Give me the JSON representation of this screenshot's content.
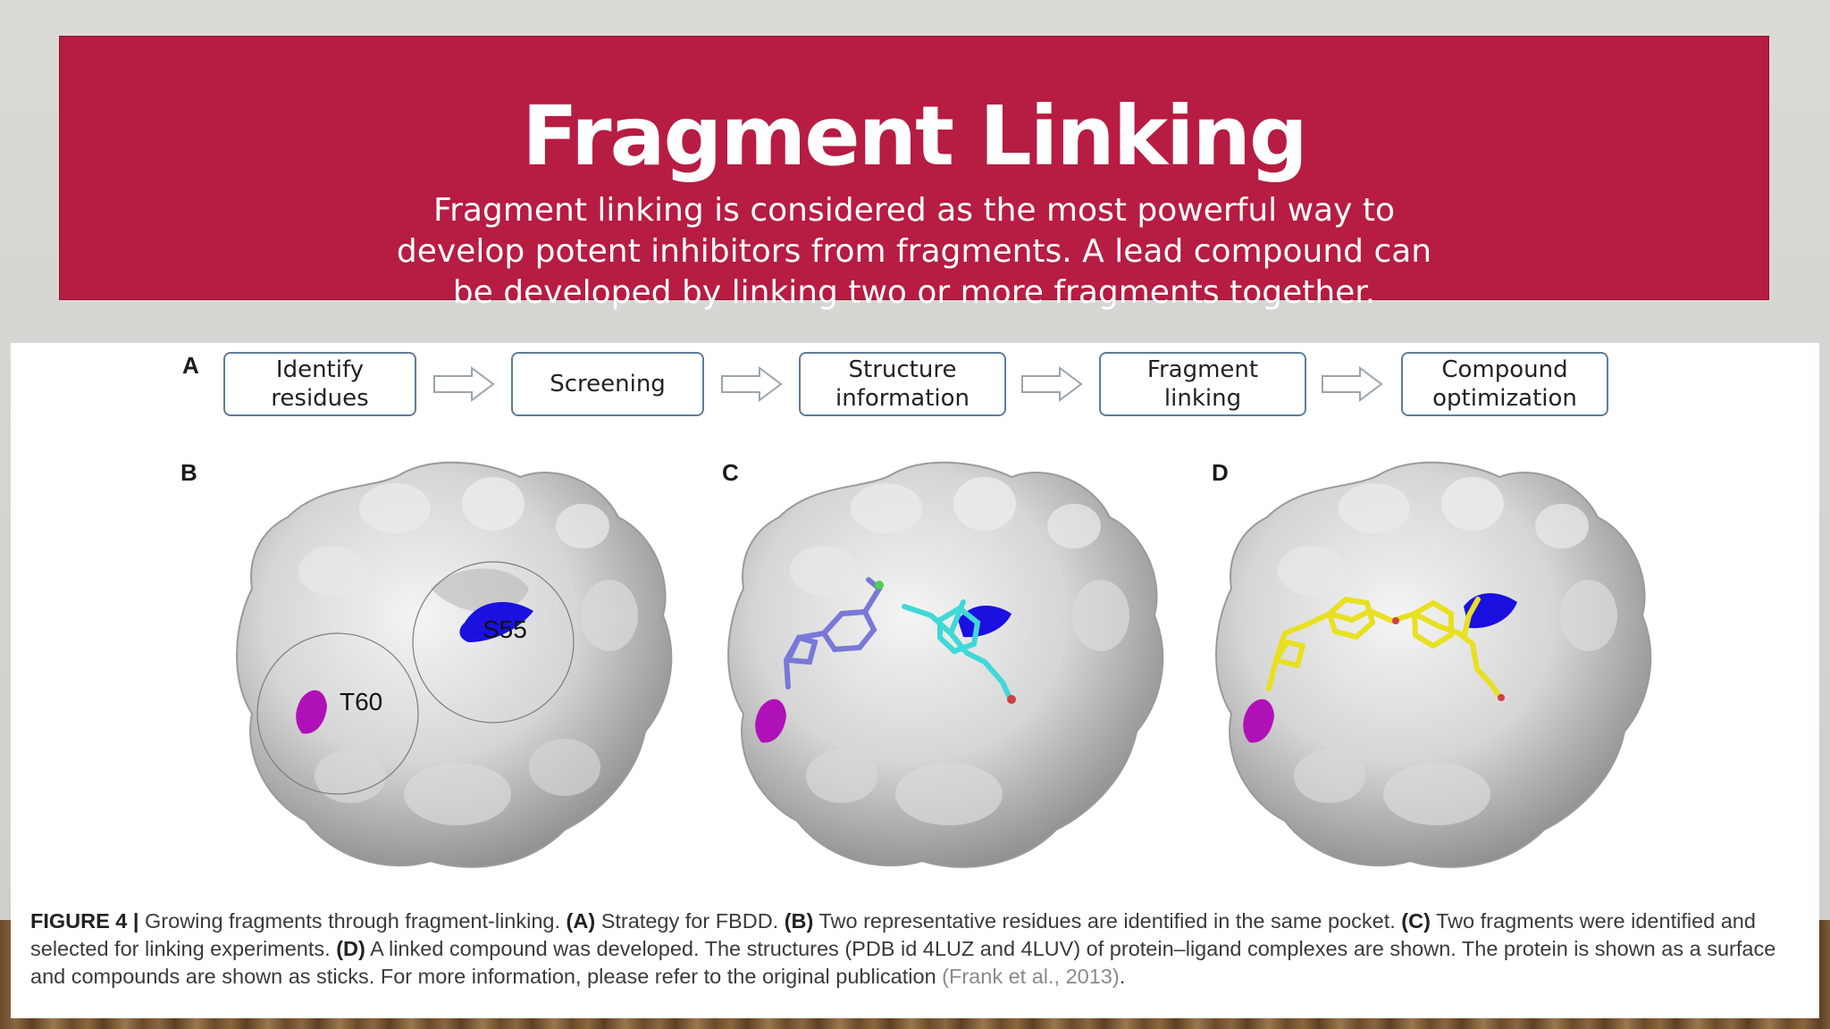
{
  "slide": {
    "title": "Fragment Linking",
    "subtitle_lines": [
      "Fragment linking is considered as the most powerful way to",
      "develop potent inhibitors from fragments. A lead compound can",
      "be developed by linking two or more fragments together."
    ]
  },
  "figure": {
    "panel_labels": {
      "a": "A",
      "b": "B",
      "c": "C",
      "d": "D"
    },
    "workflow_steps": [
      {
        "line1": "Identify",
        "line2": "residues"
      },
      {
        "line1": "Screening",
        "line2": ""
      },
      {
        "line1": "Structure",
        "line2": "information"
      },
      {
        "line1": "Fragment",
        "line2": "linking"
      },
      {
        "line1": "Compound",
        "line2": "optimization"
      }
    ],
    "residue_labels": {
      "s55": "S55",
      "t60": "T60"
    },
    "colors": {
      "residue_s55": "#1a10e0",
      "residue_t60": "#b010b8",
      "fragment_1": "#7878d8",
      "fragment_2": "#40d8d8",
      "linked_compound": "#e8e020",
      "surface": "#d8d8d8"
    },
    "caption": {
      "label": "FIGURE 4 |",
      "t1": " Growing fragments through fragment-linking. ",
      "a": "(A)",
      "t2": " Strategy for FBDD. ",
      "b": "(B)",
      "t3": " Two representative residues are identified in the same pocket. ",
      "c": "(C)",
      "t4": " Two fragments were identified and selected for linking experiments. ",
      "d": "(D)",
      "t5": " A linked compound was developed. The structures (PDB id 4LUZ and 4LUV) of protein–ligand complexes are shown. The protein is shown as a surface and compounds are shown as sticks. For more information, please refer to the original publication ",
      "ref": "(Frank et al., 2013)",
      "end": "."
    }
  }
}
